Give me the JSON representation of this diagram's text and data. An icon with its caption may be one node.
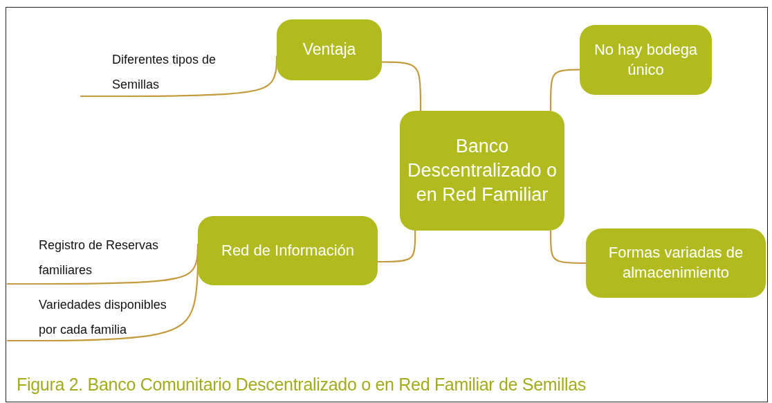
{
  "diagram": {
    "caption": "Figura 2. Banco Comunitario Descentralizado o en Red Familiar de Semillas",
    "nodes": [
      {
        "text": [
          "Banco Descentralizado o en Red Familiar"
        ]
      },
      {
        "text": [
          "Ventaja"
        ]
      },
      {
        "text": [
          "No hay bodega único"
        ]
      },
      {
        "text": [
          "Red de Información"
        ]
      },
      {
        "text": [
          "Formas variadas de almacenimiento"
        ]
      },
      {
        "text": [
          "Diferentes tipos de Semillas"
        ]
      },
      {
        "text": [
          "Registro de Reservas familiares"
        ]
      },
      {
        "text": [
          "Variedades disponibles por cada familia"
        ]
      }
    ],
    "edges": [
      {
        "from": 0,
        "to": 1,
        "arrow": "none"
      },
      {
        "from": 0,
        "to": 2,
        "arrow": "none"
      },
      {
        "from": 0,
        "to": 3,
        "arrow": "none"
      },
      {
        "from": 0,
        "to": 4,
        "arrow": "none"
      },
      {
        "from": 1,
        "to": 5,
        "arrow": "none"
      },
      {
        "from": 3,
        "to": 6,
        "arrow": "none"
      },
      {
        "from": 3,
        "to": 7,
        "arrow": "none"
      }
    ]
  }
}
